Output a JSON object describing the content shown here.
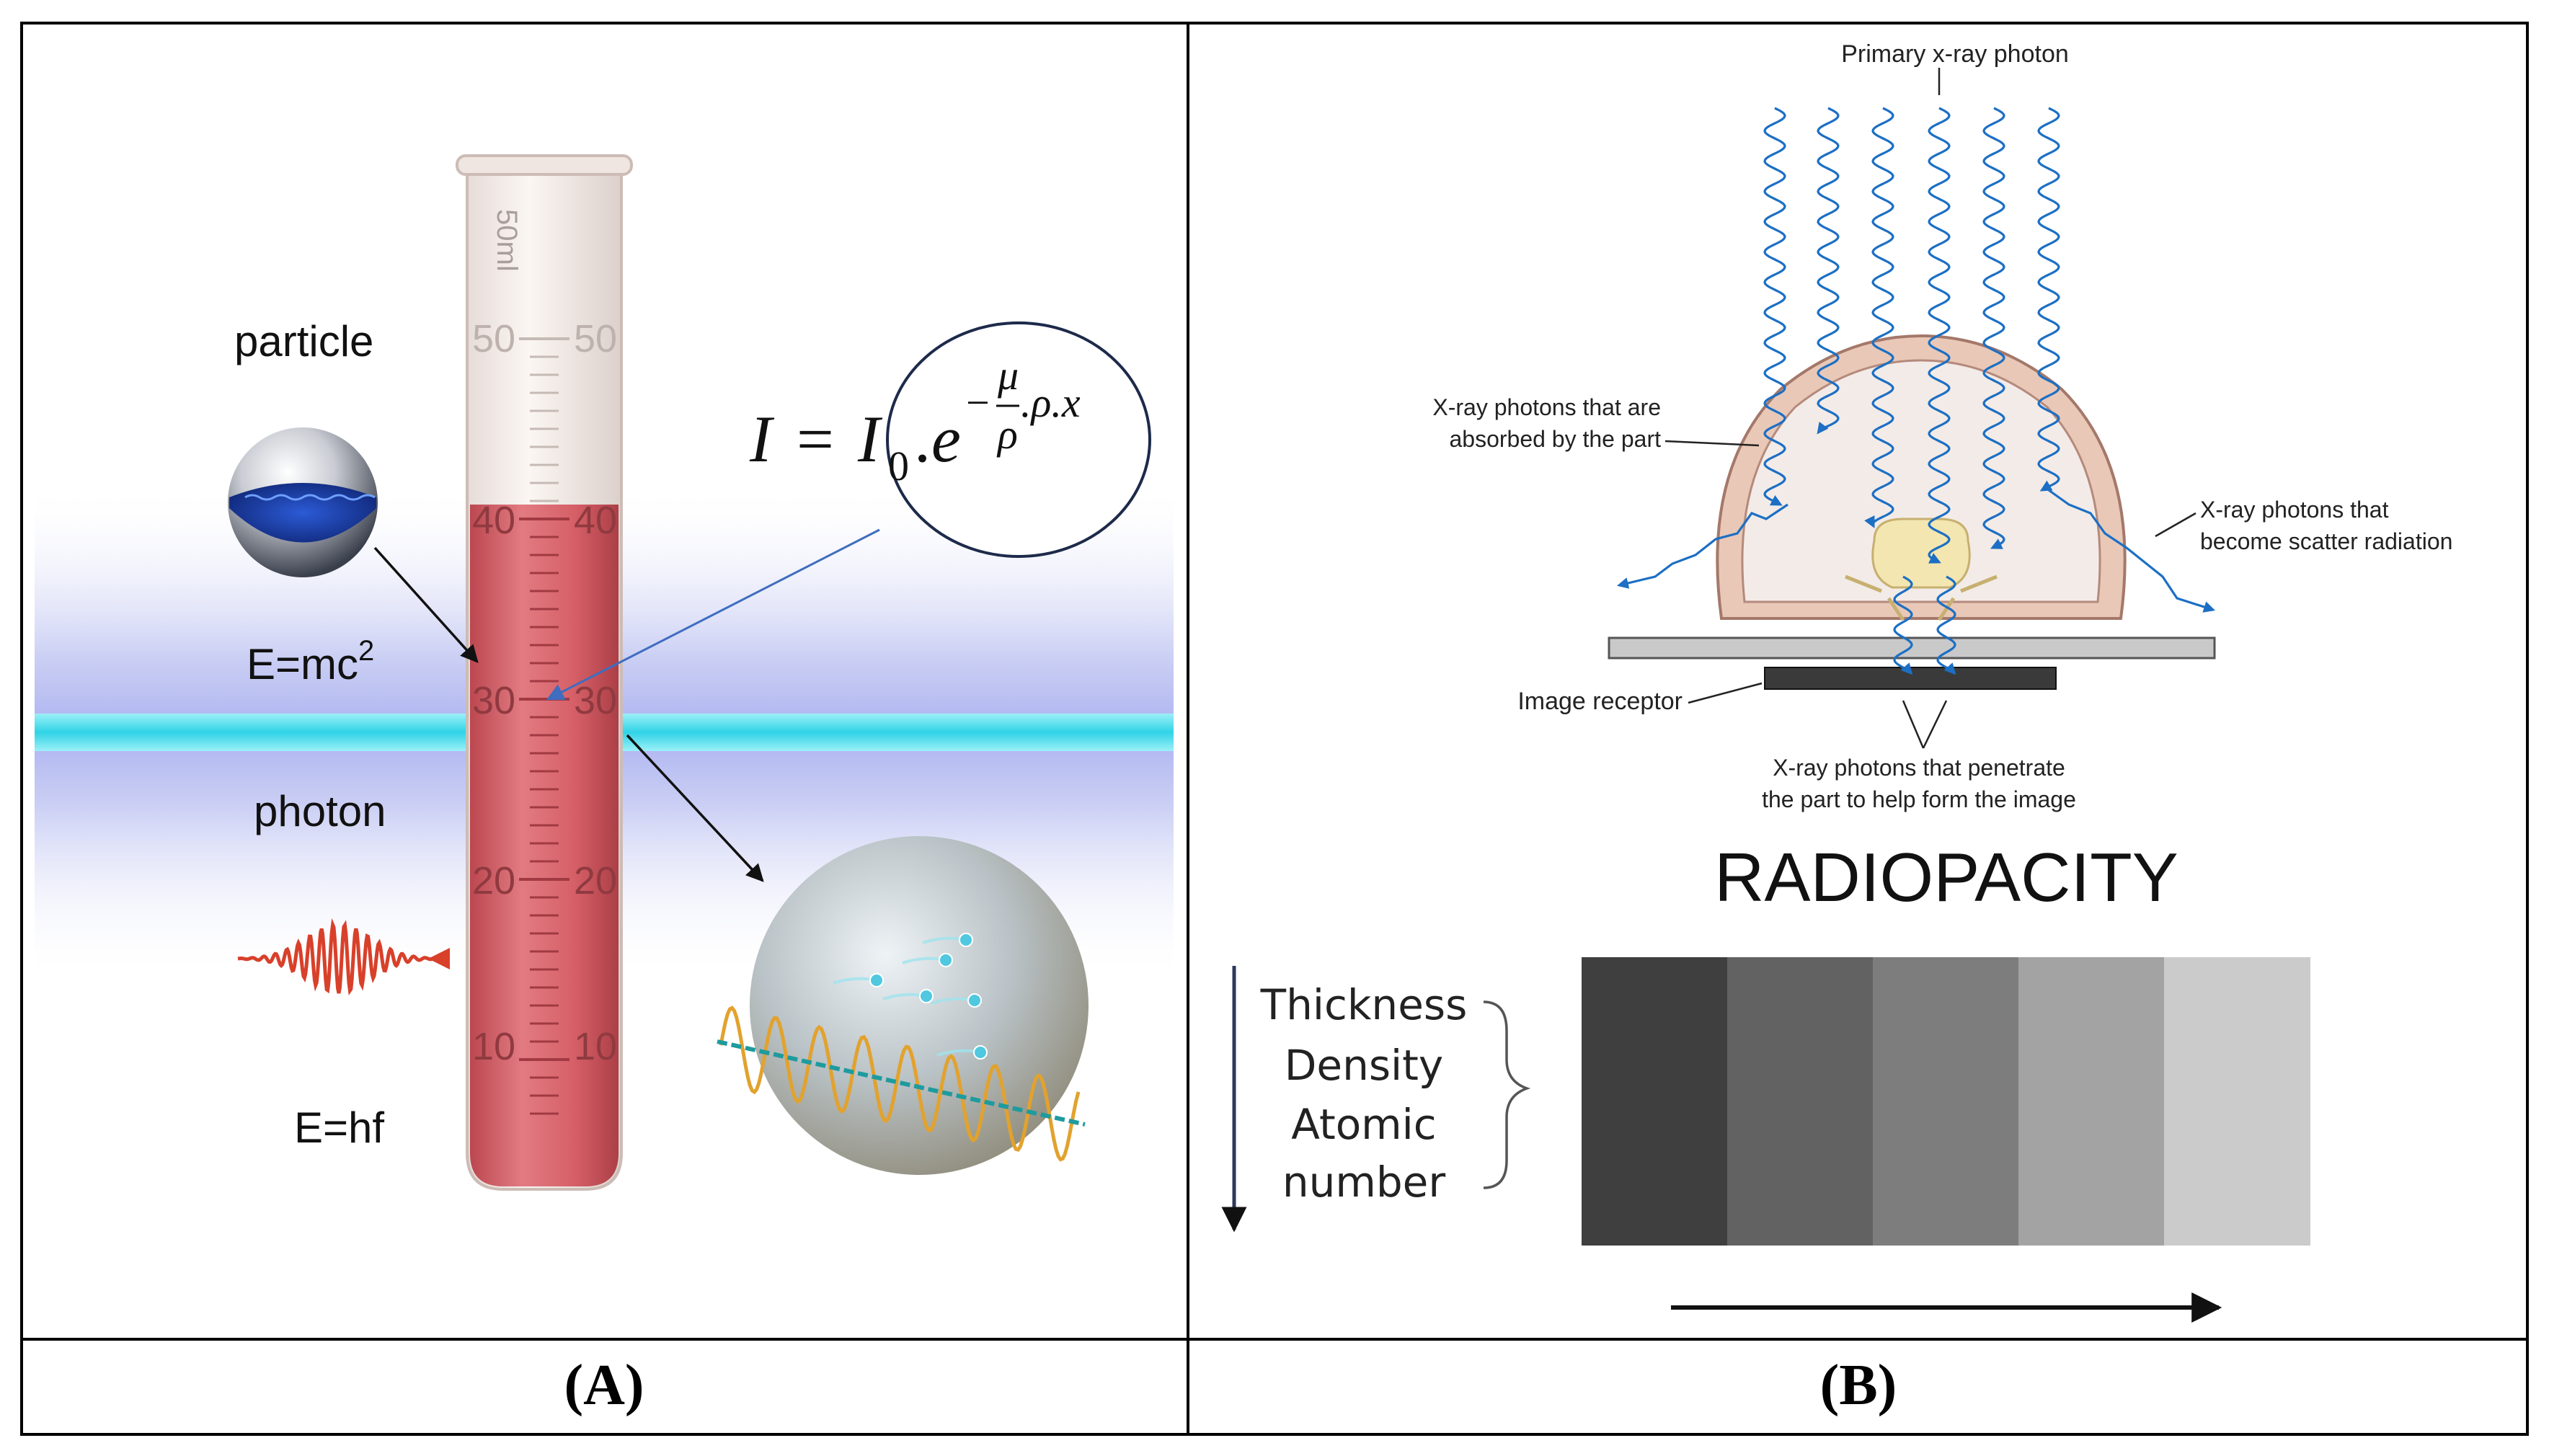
{
  "panel_a": {
    "caption": "(A)",
    "tube": {
      "volume_label": "50ml",
      "scale_marks": [
        {
          "left": "50",
          "right": "50"
        },
        {
          "left": "40",
          "right": "40"
        },
        {
          "left": "30",
          "right": "30"
        },
        {
          "left": "20",
          "right": "20"
        },
        {
          "left": "10",
          "right": "10"
        }
      ]
    },
    "labels": {
      "particle": "particle",
      "photon": "photon",
      "mass_energy_base": "E=mc",
      "mass_energy_exp": "2",
      "photon_energy": "E=hf"
    },
    "formula": {
      "lhs": "I",
      "equals": "=",
      "i0": "I",
      "i0_sub": "0",
      "dot": ".",
      "base": "e",
      "minus": "−",
      "mu": "μ",
      "rho": "ρ",
      "rest": ".ρ.x"
    },
    "colors": {
      "liquid": "#d8545c",
      "beam": "#3fd6e8",
      "band": "#c9cdf3",
      "wave": "#d8402a",
      "sphere": "#1f3fa8"
    }
  },
  "panel_b": {
    "caption": "(B)",
    "xray": {
      "primary": "Primary x-ray photon",
      "absorbed_1": "X-ray photons that are",
      "absorbed_2": "absorbed by the part",
      "scatter_1": "X-ray photons that",
      "scatter_2": "become scatter radiation",
      "receptor": "Image receptor",
      "penetrate_1": "X-ray photons that penetrate",
      "penetrate_2": "the part to help form the image"
    },
    "radiopacity": {
      "title": "RADIOPACITY",
      "factors": [
        "Thickness",
        "Density",
        "Atomic",
        "number"
      ],
      "gradient_steps": [
        "#3f3f3f",
        "#626262",
        "#7d7d7d",
        "#a3a3a3",
        "#cbcbcb"
      ]
    },
    "colors": {
      "photon": "#1c6fc4",
      "tissue": "#e8c9b8",
      "tissue_edge": "#b08070",
      "bone": "#f3e6b0"
    }
  }
}
